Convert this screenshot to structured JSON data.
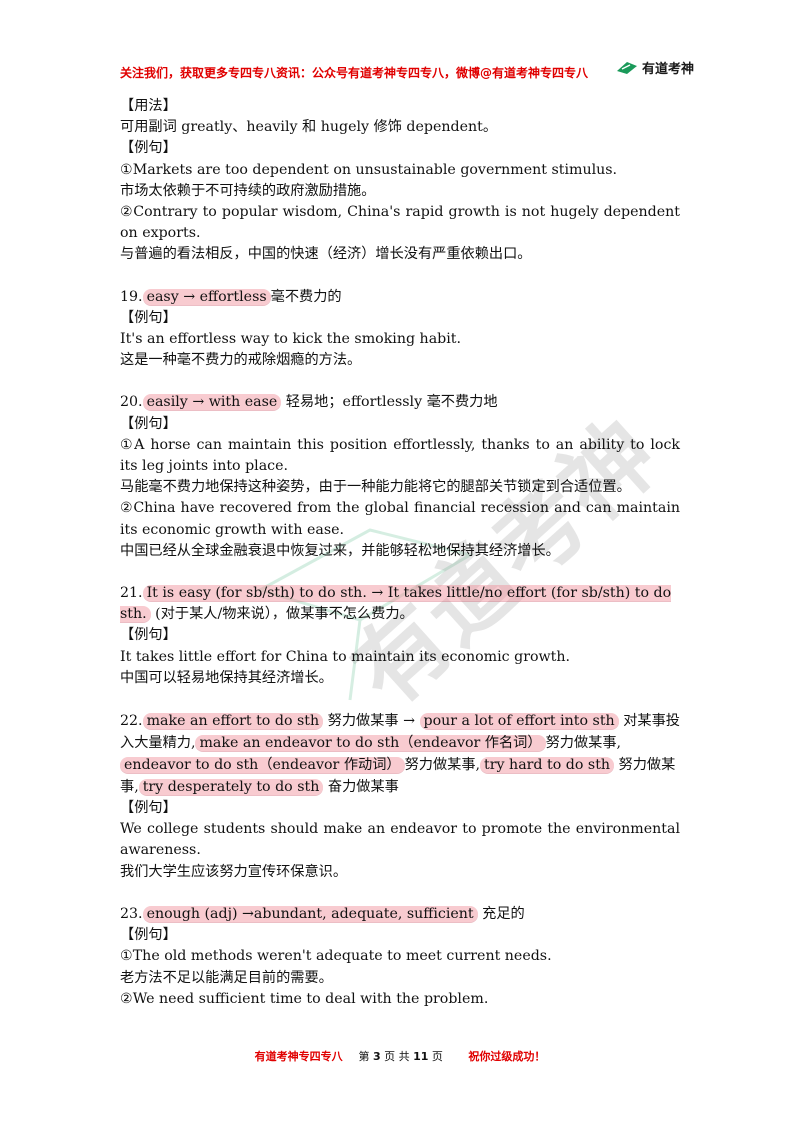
{
  "header": {
    "promo": "关注我们，获取更多专四专八资讯：公众号有道考神专四专八，微博@有道考神专四专八",
    "logo_text": "有道考神"
  },
  "watermark": {
    "text": "有道考神"
  },
  "blocks": {
    "b1_label": "【用法】",
    "b1_text": "可用副词 greatly、heavily 和 hugely 修饰 dependent。",
    "b1_ex_label": "【例句】",
    "b1_ex1_en": "①Markets are too dependent on unsustainable government stimulus.",
    "b1_ex1_zh": "市场太依赖于不可持续的政府激励措施。",
    "b1_ex2_en": "②Contrary to popular wisdom, China's rapid growth is not hugely dependent on exports.",
    "b1_ex2_zh": "与普遍的看法相反，中国的快速（经济）增长没有严重依赖出口。",
    "i19_num": "19.",
    "i19_hl": "easy → effortless",
    "i19_rest": "毫不费力的",
    "i19_ex_label": "【例句】",
    "i19_en": "It's an effortless way to kick the smoking habit.",
    "i19_zh": "这是一种毫不费力的戒除烟瘾的方法。",
    "i20_num": "20.",
    "i20_hl": "easily → with ease",
    "i20_rest": "轻易地；effortlessly 毫不费力地",
    "i20_ex_label": "【例句】",
    "i20_ex1_en": "①A horse can maintain this position effortlessly, thanks to an ability to lock its leg joints into place.",
    "i20_ex1_zh": "马能毫不费力地保持这种姿势，由于一种能力能将它的腿部关节锁定到合适位置。",
    "i20_ex2_en": "②China have recovered from the global financial recession and can maintain its economic growth with ease.",
    "i20_ex2_zh": "中国已经从全球金融衰退中恢复过来，并能够轻松地保持其经济增长。",
    "i21_num": "21.",
    "i21_hl": "It is easy (for sb/sth) to do sth. → It takes little/no effort (for sb/sth) to do sth.",
    "i21_rest": "(对于某人/物来说），做某事不怎么费力。",
    "i21_ex_label": "【例句】",
    "i21_en": "It takes little effort for China to maintain its economic growth.",
    "i21_zh": "中国可以轻易地保持其经济增长。",
    "i22_num": "22.",
    "i22_hl1": "make an effort to do sth",
    "i22_t1": "努力做某事 →",
    "i22_hl2": "pour a lot of effort into sth",
    "i22_t2": "对某事投入大量精力,",
    "i22_hl3": "make an endeavor to do sth（endeavor 作名词）",
    "i22_t3": "努力做某事,",
    "i22_hl4": "endeavor to do sth（endeavor 作动词）",
    "i22_t4": "努力做某事,",
    "i22_hl5": "try hard to do sth",
    "i22_t5": "努力做某事,",
    "i22_hl6": "try desperately to do sth",
    "i22_t6": "奋力做某事",
    "i22_ex_label": "【例句】",
    "i22_en": "We college students should make an endeavor to promote the environmental awareness.",
    "i22_zh": "我们大学生应该努力宣传环保意识。",
    "i23_num": "23.",
    "i23_hl": "enough (adj) →abundant, adequate, sufficient",
    "i23_rest": "充足的",
    "i23_ex_label": "【例句】",
    "i23_ex1_en": "①The old methods weren't adequate to meet current needs.",
    "i23_ex1_zh": "老方法不足以能满足目前的需要。",
    "i23_ex2_en": "②We need sufficient time to deal with the problem."
  },
  "footer": {
    "left": "有道考神专四专八",
    "page_a": "第",
    "page_num": "3",
    "page_b": "页 共",
    "page_total": "11",
    "page_c": "页",
    "right": "祝你过级成功！"
  }
}
